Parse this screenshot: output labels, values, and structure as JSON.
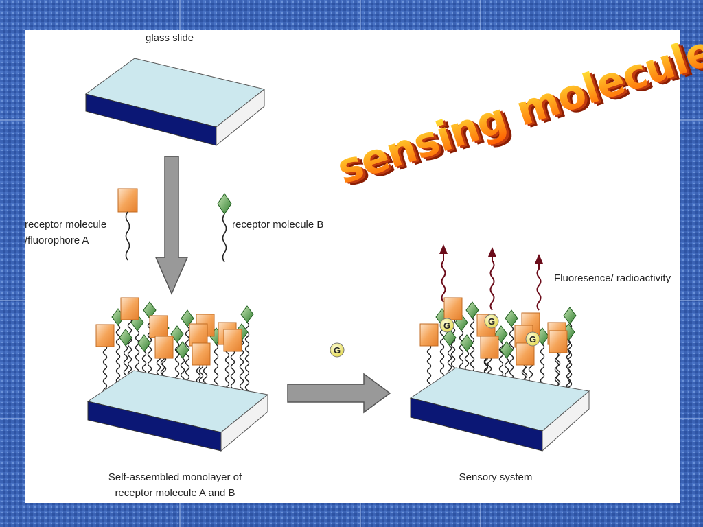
{
  "slide": {
    "title": "sensing molecules",
    "colors": {
      "background": "#3b63b5",
      "title_fill": "#ff6a00",
      "title_shadow": "#c0390e",
      "slide_top": "#cde9ee",
      "slide_front": "#0b1775"
    }
  },
  "diagram": {
    "glass_slide_label": "glass slide",
    "receptor_a_label": [
      "receptor molecule",
      "/fluorophore A"
    ],
    "receptor_b_label": "receptor molecule B",
    "analyte_symbol": "G",
    "signal_label": "Fluoresence/ radioactivity",
    "monolayer_caption": [
      "Self-assembled monolayer of",
      "receptor molecule A and B"
    ],
    "sensory_caption": "Sensory system"
  }
}
